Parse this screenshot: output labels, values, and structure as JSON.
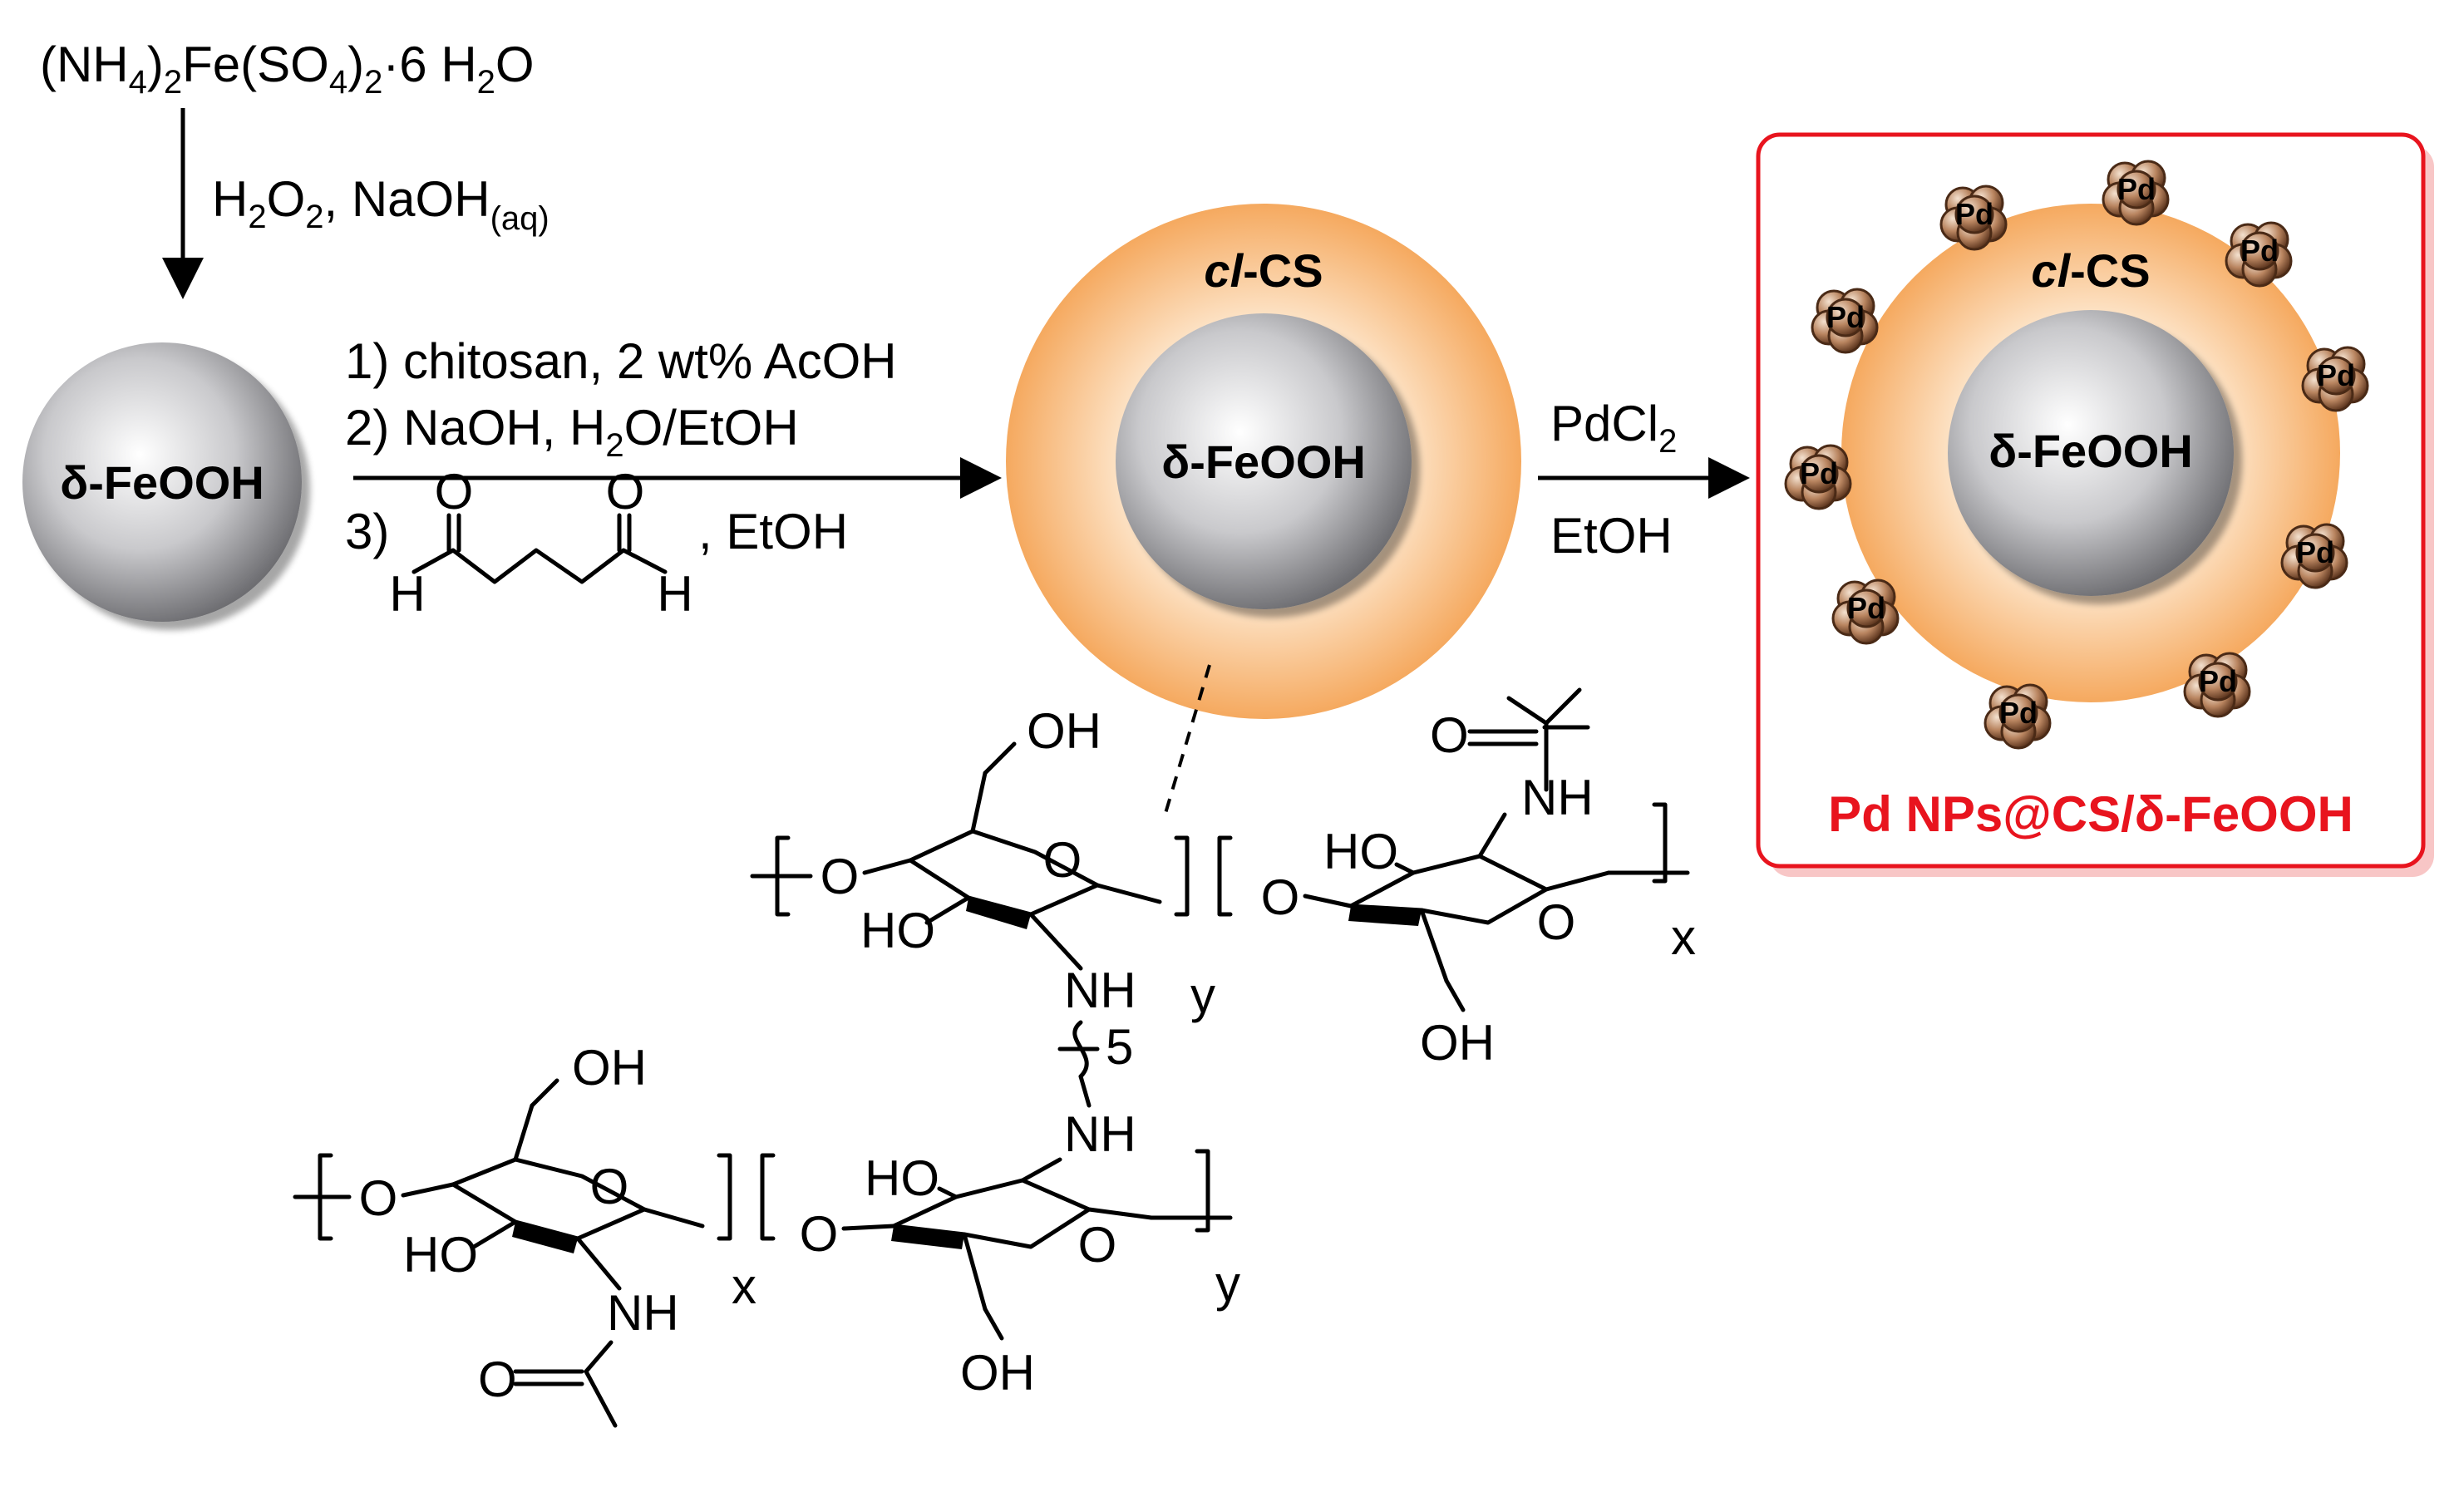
{
  "precursor": {
    "prefix": "(NH",
    "sub1": "4",
    "mid1": ")",
    "sub2": "2",
    "mid2": "Fe(SO",
    "sub3": "4",
    "mid3": ")",
    "sub4": "2",
    "tail": "·6 H",
    "sub5": "2",
    "end": "O"
  },
  "step1_reagent": {
    "a": "H",
    "a_sub": "2",
    "b": "O",
    "b_sub": "2",
    "c": ", NaOH",
    "c_sub": "(aq)"
  },
  "core_label": "δ-FeOOH",
  "step2": {
    "line1": "1) chitosan, 2 wt% AcOH",
    "line2_a": "2) NaOH, H",
    "line2_sub": "2",
    "line2_b": "O/EtOH",
    "line3_num": "3)",
    "line3_tail": ", EtOH",
    "glut_O": "O",
    "glut_H": "H"
  },
  "shell_label_italic": "cl",
  "shell_label_rest": "-CS",
  "step3": {
    "line1_a": "PdCl",
    "line1_sub": "2",
    "line2": "EtOH"
  },
  "pd_label": "Pd",
  "product_title": "Pd NPs@CS/δ-FeOOH",
  "structure": {
    "OH": "OH",
    "HO": "HO",
    "O": "O",
    "NH": "NH",
    "x": "x",
    "y": "y",
    "n5": "5"
  },
  "colors": {
    "product_border": "#e8141e",
    "product_title": "#e8141e",
    "shell": "#f7b779",
    "core": "#b8b8bb",
    "pd_particle": "#8b5a3c"
  }
}
